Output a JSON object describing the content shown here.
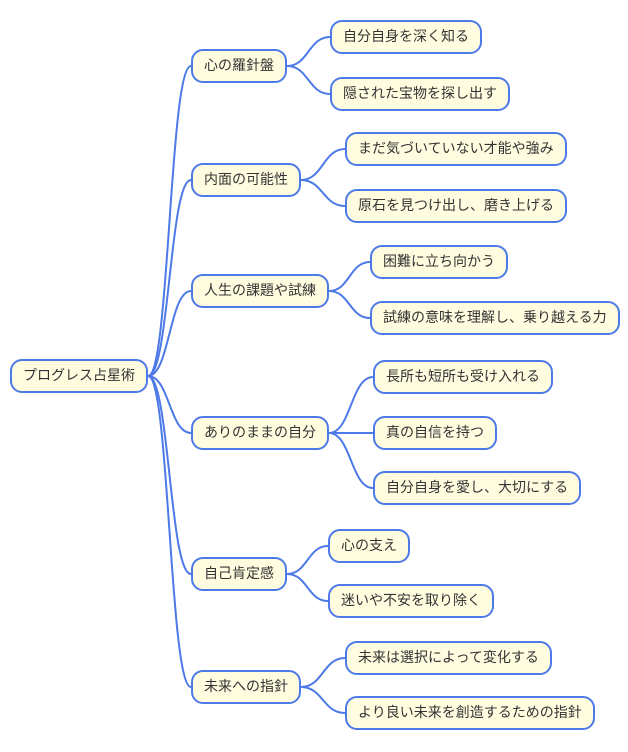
{
  "colors": {
    "edge": "#4d7ae8",
    "node_border": "#4d7ae8",
    "node_fill": "#fffce0",
    "text": "#333333"
  },
  "mindmap": {
    "root": {
      "label": "プログレス占星術"
    },
    "branches": [
      {
        "label": "心の羅針盤",
        "children": [
          {
            "label": "自分自身を深く知る"
          },
          {
            "label": "隠された宝物を探し出す"
          }
        ]
      },
      {
        "label": "内面の可能性",
        "children": [
          {
            "label": "まだ気づいていない才能や強み"
          },
          {
            "label": "原石を見つけ出し、磨き上げる"
          }
        ]
      },
      {
        "label": "人生の課題や試練",
        "children": [
          {
            "label": "困難に立ち向かう"
          },
          {
            "label": "試練の意味を理解し、乗り越える力"
          }
        ]
      },
      {
        "label": "ありのままの自分",
        "children": [
          {
            "label": "長所も短所も受け入れる"
          },
          {
            "label": "真の自信を持つ"
          },
          {
            "label": "自分自身を愛し、大切にする"
          }
        ]
      },
      {
        "label": "自己肯定感",
        "children": [
          {
            "label": "心の支え"
          },
          {
            "label": "迷いや不安を取り除く"
          }
        ]
      },
      {
        "label": "未来への指針",
        "children": [
          {
            "label": "未来は選択によって変化する"
          },
          {
            "label": "より良い未来を創造するための指針"
          }
        ]
      }
    ]
  }
}
